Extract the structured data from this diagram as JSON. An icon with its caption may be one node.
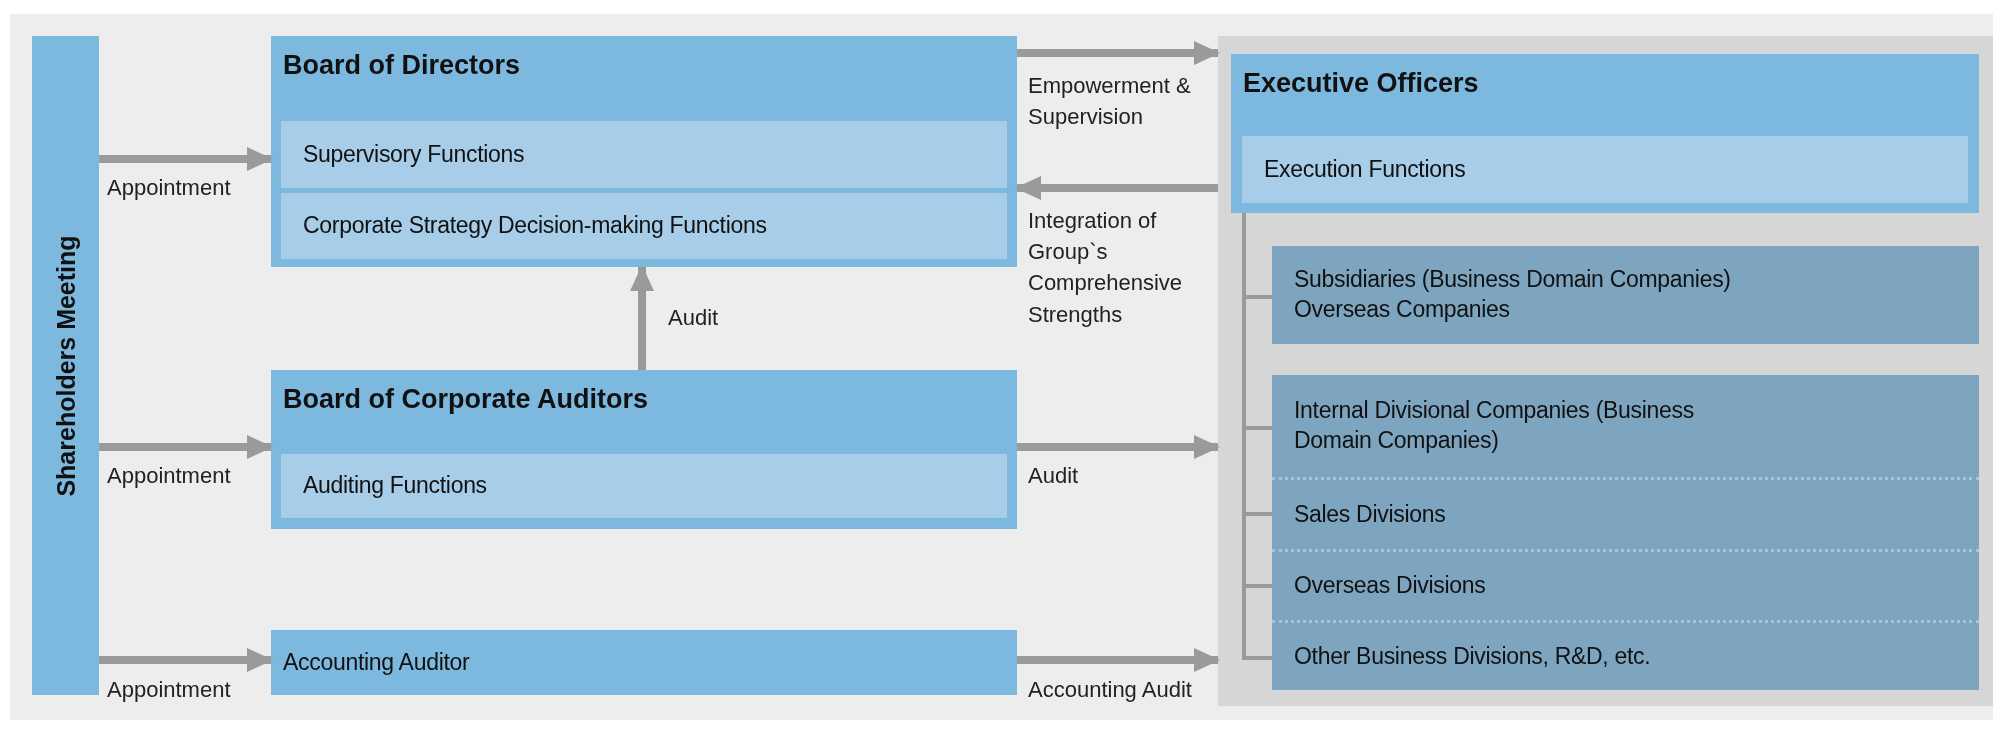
{
  "diagram": {
    "nodes": [
      {
        "text": [
          "Shareholders Meeting"
        ]
      },
      {
        "text": [
          "Board of Directors"
        ]
      },
      {
        "text": [
          "Supervisory Functions"
        ],
        "in": 1
      },
      {
        "text": [
          "Corporate Strategy Decision-making Functions"
        ],
        "in": 1
      },
      {
        "text": [
          "Board of Corporate Auditors"
        ]
      },
      {
        "text": [
          "Auditing Functions"
        ],
        "in": 4
      },
      {
        "text": [
          "Accounting Auditor"
        ]
      },
      {
        "text": [],
        "shape": "box"
      },
      {
        "text": [
          "Executive Officers"
        ],
        "in": 7
      },
      {
        "text": [
          "Execution Functions"
        ],
        "in": 8
      },
      {
        "text": [
          "Subsidiaries (Business Domain Companies) Overseas Companies"
        ],
        "in": 7
      },
      {
        "text": [
          "Internal Divisional Companies (Business Domain Companies)"
        ],
        "in": 7
      },
      {
        "text": [
          "Sales Divisions"
        ],
        "in": 7
      },
      {
        "text": [
          "Overseas Divisions"
        ],
        "in": 7
      },
      {
        "text": [
          "Other Business Divisions, R&D, etc."
        ],
        "in": 7
      }
    ],
    "edges": [
      {
        "from": 0,
        "to": 1,
        "arrow": "to",
        "label": "Appointment"
      },
      {
        "from": 0,
        "to": 4,
        "arrow": "to",
        "label": "Appointment"
      },
      {
        "from": 0,
        "to": 6,
        "arrow": "to",
        "label": "Appointment"
      },
      {
        "from": 4,
        "to": 1,
        "arrow": "to",
        "label": "Audit"
      },
      {
        "from": 1,
        "to": 7,
        "arrow": "to",
        "label": "Empowerment & Supervision"
      },
      {
        "from": 7,
        "to": 1,
        "arrow": "to",
        "label": "Integration of Group`s Comprehensive Strengths"
      },
      {
        "from": 4,
        "to": 7,
        "arrow": "to",
        "label": "Audit"
      },
      {
        "from": 6,
        "to": 7,
        "arrow": "to",
        "label": "Accounting Audit"
      },
      {
        "from": 8,
        "to": 10,
        "arrow": "none"
      },
      {
        "from": 8,
        "to": 11,
        "arrow": "none"
      },
      {
        "from": 8,
        "to": 12,
        "arrow": "none"
      },
      {
        "from": 8,
        "to": 13,
        "arrow": "none"
      },
      {
        "from": 8,
        "to": 14,
        "arrow": "none"
      }
    ]
  }
}
